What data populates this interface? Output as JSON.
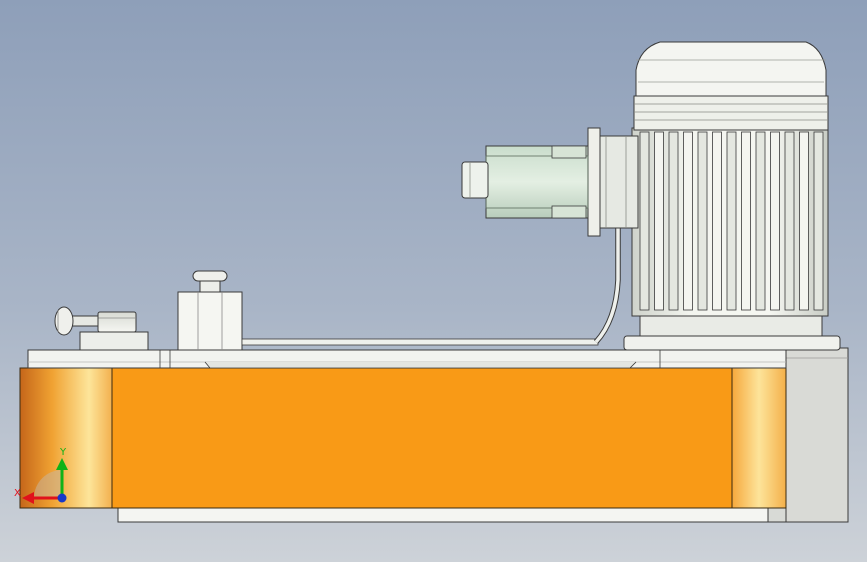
{
  "viewport": {
    "background_top": "#8e9fb9",
    "background_bottom": "#cdd2d8"
  },
  "model": {
    "parts": [
      "motor",
      "motor-cooling-fins",
      "coupling-flange",
      "pump-block",
      "pump-shaft",
      "oil-tank",
      "top-plate",
      "filler-cap",
      "valve-block",
      "valve-knob",
      "pipe",
      "side-bracket",
      "base-plate"
    ],
    "tank_color": "#f99a16",
    "metal_color": "#e9ebe8",
    "motor_color": "#ecefe9"
  },
  "triad": {
    "x_label": "X",
    "y_label": "Y",
    "x_color": "#e0121b",
    "y_color": "#10b218",
    "z_color": "#1838c8"
  }
}
